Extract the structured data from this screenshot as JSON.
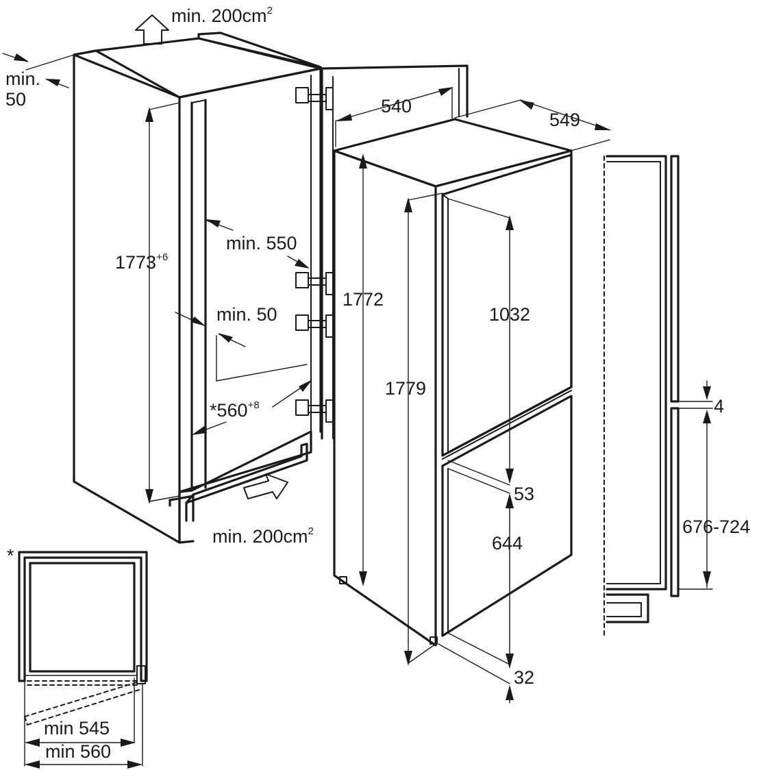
{
  "vent_top": {
    "text": "min. 200cm",
    "sup": "2"
  },
  "vent_bottom": {
    "text": "min. 200cm",
    "sup": "2"
  },
  "rear_gap": {
    "line1": "min.",
    "line2": "50"
  },
  "niche_height": {
    "text": "1773",
    "sup": "+6"
  },
  "niche_depth": "min. 550",
  "side_gap": "min. 50",
  "niche_width": {
    "text": "*560",
    "sup": "+8"
  },
  "appliance_height": "1772",
  "appliance_width": "540",
  "appliance_depth": "549",
  "door_total_height": "1779",
  "upper_door_height": "1032",
  "door_gap": "53",
  "lower_door_height": "644",
  "bottom_offset": "32",
  "panel_gap": "4",
  "panel_height": "676-724",
  "asterisk": "*",
  "min_545": "min 545",
  "min_560": "min 560"
}
